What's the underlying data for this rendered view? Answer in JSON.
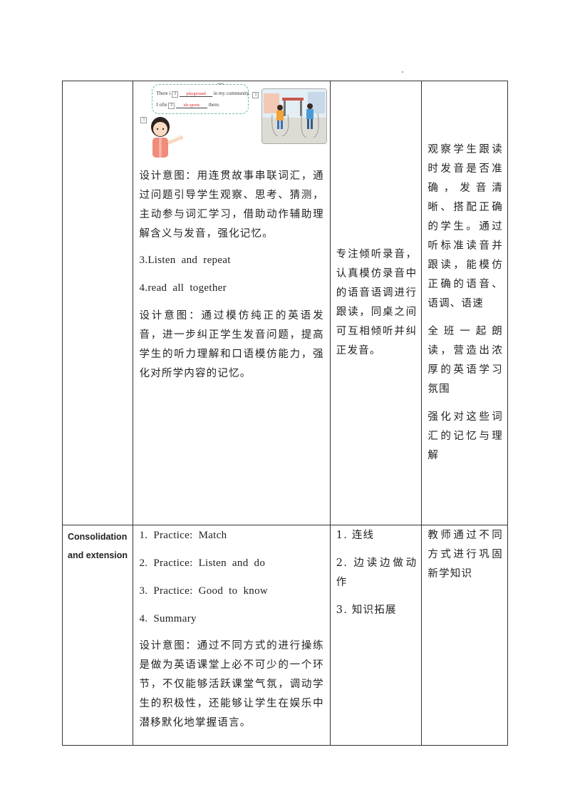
{
  "illustration": {
    "line1_prefix": "There i",
    "line1_blank": "playground",
    "line1_suffix": "in my community.",
    "line2_prefix": "I ofte",
    "line2_blank": "ale sports",
    "line2_suffix": "there.",
    "num1": "1",
    "num2": "2",
    "num3": "3",
    "num4": "1",
    "num5": "1"
  },
  "row1": {
    "design_intent_1": "设计意图：用连贯故事串联词汇，通过问题引导学生观察、思考、猜测，主动参与词汇学习，借助动作辅助理解含义与发音，强化记忆。",
    "step3": "3.Listen and repeat",
    "step4": "4.read all together",
    "design_intent_2": "设计意图：通过模仿纯正的英语发音，进一步纠正学生发音问题，提高学生的听力理解和口语模仿能力，强化对所学内容的记忆。",
    "student": "专注倾听录音，认真模仿录音中的语音语调进行跟读，同桌之间可互相倾听并纠正发音。",
    "eval_1": "观察学生跟读时发音是否准确，发音清晰、搭配正确的学生。通过听标准读音并跟读，能模仿正确的语音、语调、语速",
    "eval_2": "全班一起朗读，营造出浓厚的英语学习氛围",
    "eval_3": "强化对这些词汇的记忆与理解"
  },
  "row2": {
    "stage_line1": "Consolidation",
    "stage_line2": "and extension",
    "act_1": "1. Practice: Match",
    "act_2": "2. Practice: Listen and do",
    "act_3": "3. Practice: Good to know",
    "act_4": "4. Summary",
    "design_intent": "设计意图：通过不同方式的进行操练是做为英语课堂上必不可少的一个环节，不仅能够活跃课堂气氛，调动学生的积极性，还能够让学生在娱乐中潜移默化地掌握语言。",
    "student_1": "1. 连线",
    "student_2": "2. 边读边做动作",
    "student_3": "3. 知识拓展",
    "eval": "教师通过不同方式进行巩固新学知识"
  }
}
